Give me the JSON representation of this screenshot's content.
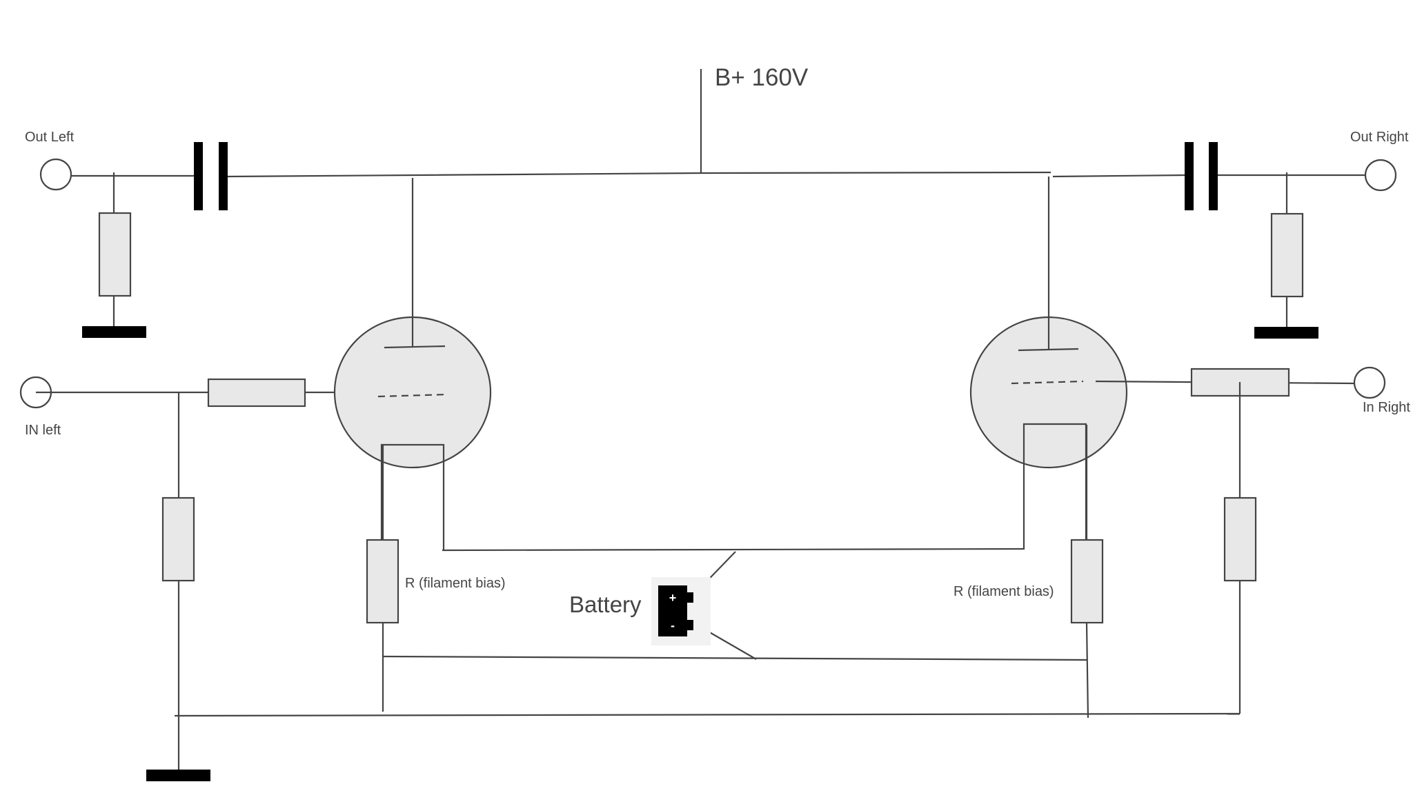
{
  "labels": {
    "b_plus": "B+ 160V",
    "out_left": "Out Left",
    "out_right": "Out Right",
    "in_left": "IN left",
    "in_right": "In Right",
    "r_filament_left": "R (filament bias)",
    "r_filament_right": "R (filament bias)",
    "battery": "Battery"
  },
  "battery_symbols": {
    "plus": "+",
    "minus": "-"
  },
  "colors": {
    "line": "#444444",
    "fill": "#e8e8e8",
    "ground": "#000000"
  }
}
